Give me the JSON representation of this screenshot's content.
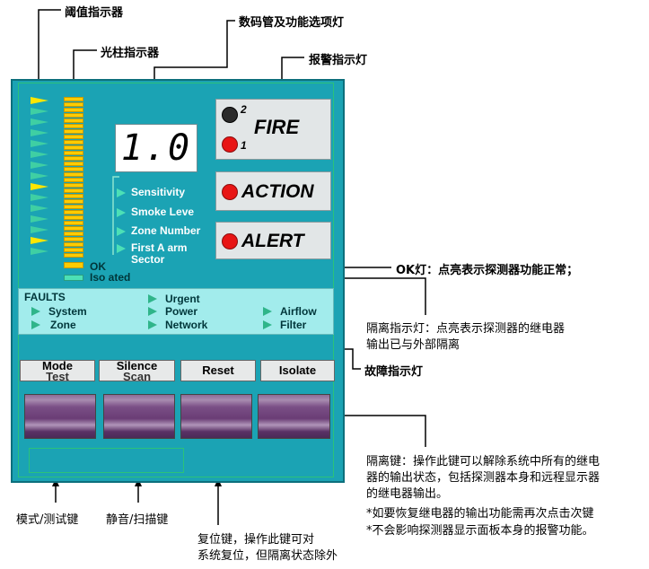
{
  "callouts": {
    "threshold": "阈值指示器",
    "bargraph": "光柱指示器",
    "display": "数码管及功能选项灯",
    "alarm": "报警指示灯",
    "ok": "OK灯：点亮表示探测器功能正常；",
    "isolate_ind_1": "隔离指示灯：点亮表示探测器的继电器",
    "isolate_ind_2": "输出已与外部隔离",
    "fault": "故障指示灯",
    "isolate_key_1": "隔离键：操作此键可以解除系统中所有的继电",
    "isolate_key_2": "器的输出状态，包括探测器本身和远程显示器",
    "isolate_key_3": "的继电器输出。",
    "isolate_key_4": "*如要恢复继电器的输出功能需再次点击次键",
    "isolate_key_5": "*不会影响探测器显示面板本身的报警功能。",
    "mode_key": "模式/测试键",
    "silence_key": "静音/扫描键",
    "reset_key_1": "复位键，操作此键可对",
    "reset_key_2": "系统复位，但隔离状态除外"
  },
  "display": {
    "value": "1.0"
  },
  "options": [
    "Sensitivity",
    "Smoke Leve",
    "Zone Number",
    "First A arm",
    "Sector"
  ],
  "status": {
    "ok": "OK",
    "isolated": "Iso ated"
  },
  "alarms": {
    "fire_label": "FIRE",
    "fire_num_2": "2",
    "fire_num_1": "1",
    "action_label": "ACTION",
    "alert_label": "ALERT"
  },
  "faults": {
    "title": "FAULTS",
    "col1": [
      "System",
      "Zone"
    ],
    "col2": [
      "Urgent",
      "Power",
      "Network"
    ],
    "col3": [
      "Airflow",
      "Filter"
    ]
  },
  "buttons": {
    "mode": "Mode",
    "mode_sub": "Test",
    "silence": "Silence",
    "silence_sub": "Scan",
    "reset": "Reset",
    "isolate": "Isolate"
  },
  "colors": {
    "panel": "#1ba3b4",
    "bar": "#ffcc00",
    "indicator": "#4ce0b6",
    "alarm_red": "#e81515",
    "faults_bg": "#a2ecec",
    "key_purple": "#6a3d75"
  },
  "bargraph": {
    "segments": 30,
    "lit": 30
  },
  "threshold": {
    "levels": 15,
    "yellow_levels": [
      0,
      8,
      13
    ]
  }
}
